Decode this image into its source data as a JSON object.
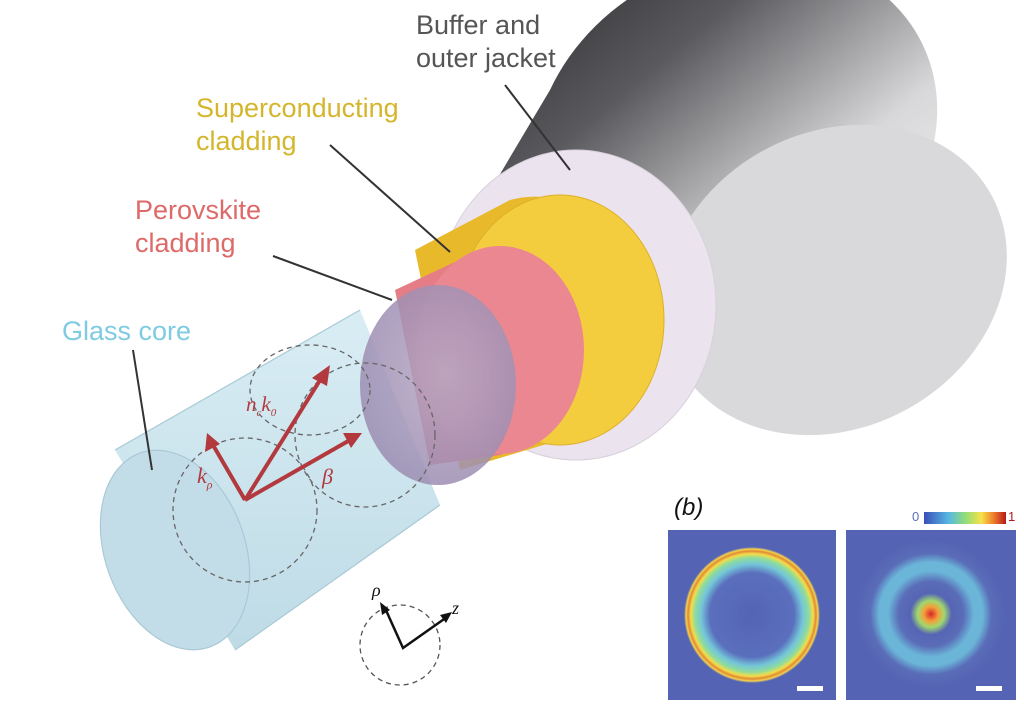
{
  "labels": {
    "buffer_line1": "Buffer and",
    "buffer_line2": "outer jacket",
    "super_line1": "Superconducting",
    "super_line2": "cladding",
    "perov_line1": "Perovskite",
    "perov_line2": "cladding",
    "glass_core": "Glass core"
  },
  "vectors": {
    "nk_n": "n",
    "nk_sub": "c",
    "nk_k": "k",
    "nk_sub2": "0",
    "k_rho_k": "k",
    "k_rho_sub": "ρ",
    "beta": "β"
  },
  "axes": {
    "rho": "ρ",
    "z": "z"
  },
  "panel_b": {
    "label": "(b)",
    "colorbar_min": "0",
    "colorbar_max": "1"
  },
  "colors": {
    "glass_core": "#cfe7ef",
    "perovskite": "#e8828a",
    "superconducting": "#f1cb3c",
    "buffer_face": "#ece4ee",
    "jacket": "#8e8e92",
    "label_buffer": "#555555",
    "label_super": "#d4b62c",
    "label_perov": "#dd6a68",
    "label_glass": "#7ecbe2",
    "arrow": "#b2393d",
    "mode_bg": "#5563b4"
  }
}
